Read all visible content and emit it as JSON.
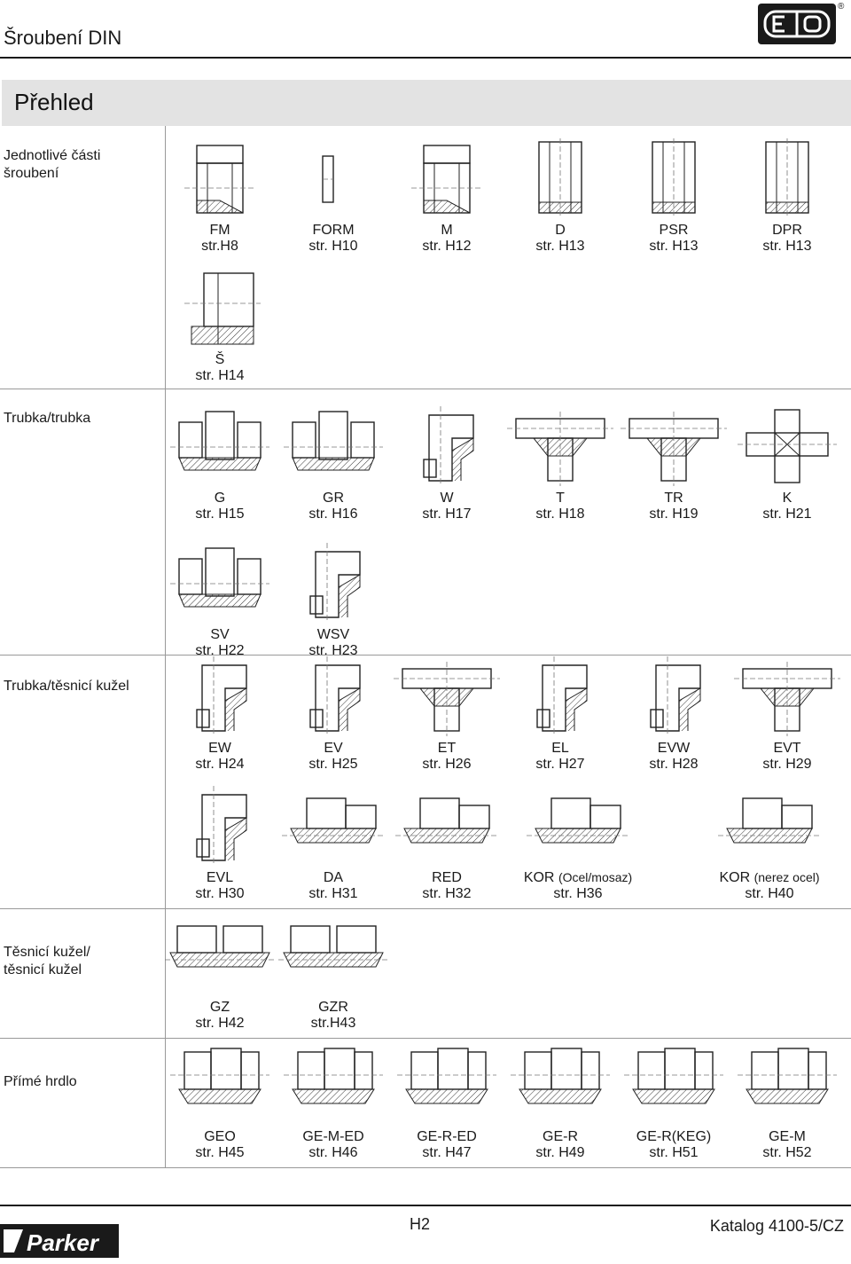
{
  "header": {
    "title": "Šroubení DIN",
    "logo_text": "EO",
    "registered": "®"
  },
  "band": {
    "title": "Přehled"
  },
  "sections": [
    {
      "label": "Jednotlivé části\nšroubení"
    },
    {
      "label": "Trubka/trubka"
    },
    {
      "label": "Trubka/těsnicí   kužel"
    },
    {
      "label": "Těsnicí kužel/\ntěsnicí kužel"
    },
    {
      "label": "Přímé hrdlo"
    }
  ],
  "items": [
    {
      "name": "FM",
      "note": "",
      "page": "str.H8"
    },
    {
      "name": "FORM",
      "note": "",
      "page": "str. H10"
    },
    {
      "name": "M",
      "note": "",
      "page": "str. H12"
    },
    {
      "name": "D",
      "note": "",
      "page": "str. H13"
    },
    {
      "name": "PSR",
      "note": "",
      "page": "str. H13"
    },
    {
      "name": "DPR",
      "note": "",
      "page": "str. H13"
    },
    {
      "name": "Š",
      "note": "",
      "page": "str. H14"
    },
    {
      "name": "G",
      "note": "",
      "page": "str. H15"
    },
    {
      "name": "GR",
      "note": "",
      "page": "str. H16"
    },
    {
      "name": "W",
      "note": "",
      "page": "str. H17"
    },
    {
      "name": "T",
      "note": "",
      "page": "str. H18"
    },
    {
      "name": "TR",
      "note": "",
      "page": "str. H19"
    },
    {
      "name": "K",
      "note": "",
      "page": "str. H21"
    },
    {
      "name": "SV",
      "note": "",
      "page": "str. H22"
    },
    {
      "name": "WSV",
      "note": "",
      "page": "str.  H23"
    },
    {
      "name": "EW",
      "note": "",
      "page": "str. H24"
    },
    {
      "name": "EV",
      "note": "",
      "page": "str. H25"
    },
    {
      "name": "ET",
      "note": "",
      "page": "str. H26"
    },
    {
      "name": "EL",
      "note": "",
      "page": "str. H27"
    },
    {
      "name": "EVW",
      "note": "",
      "page": "str. H28"
    },
    {
      "name": "EVT",
      "note": "",
      "page": "str. H29"
    },
    {
      "name": "EVL",
      "note": "",
      "page": "str. H30"
    },
    {
      "name": "DA",
      "note": "",
      "page": "str. H31"
    },
    {
      "name": "RED",
      "note": "",
      "page": "str. H32"
    },
    {
      "name": "KOR",
      "note": "(Ocel/mosaz)",
      "page": "str. H36"
    },
    {
      "name": "KOR",
      "note": "(nerez ocel)",
      "page": "str. H40"
    },
    {
      "name": "GZ",
      "note": "",
      "page": "str. H42"
    },
    {
      "name": "GZR",
      "note": "",
      "page": "str.H43"
    },
    {
      "name": "GEO",
      "note": "",
      "page": "str. H45"
    },
    {
      "name": "GE-M-ED",
      "note": "",
      "page": "str. H46"
    },
    {
      "name": "GE-R-ED",
      "note": "",
      "page": "str. H47"
    },
    {
      "name": "GE-R",
      "note": "",
      "page": "str. H49"
    },
    {
      "name": "GE-R(KEG)",
      "note": "",
      "page": "str. H51"
    },
    {
      "name": "GE-M",
      "note": "",
      "page": "str. H52"
    }
  ],
  "footer": {
    "page": "H2",
    "catalog": "Katalog 4100-5/CZ",
    "brand": "Parker"
  },
  "icons": [
    "fitting-drawing-icon",
    "eo-logo-icon",
    "parker-logo-icon"
  ]
}
